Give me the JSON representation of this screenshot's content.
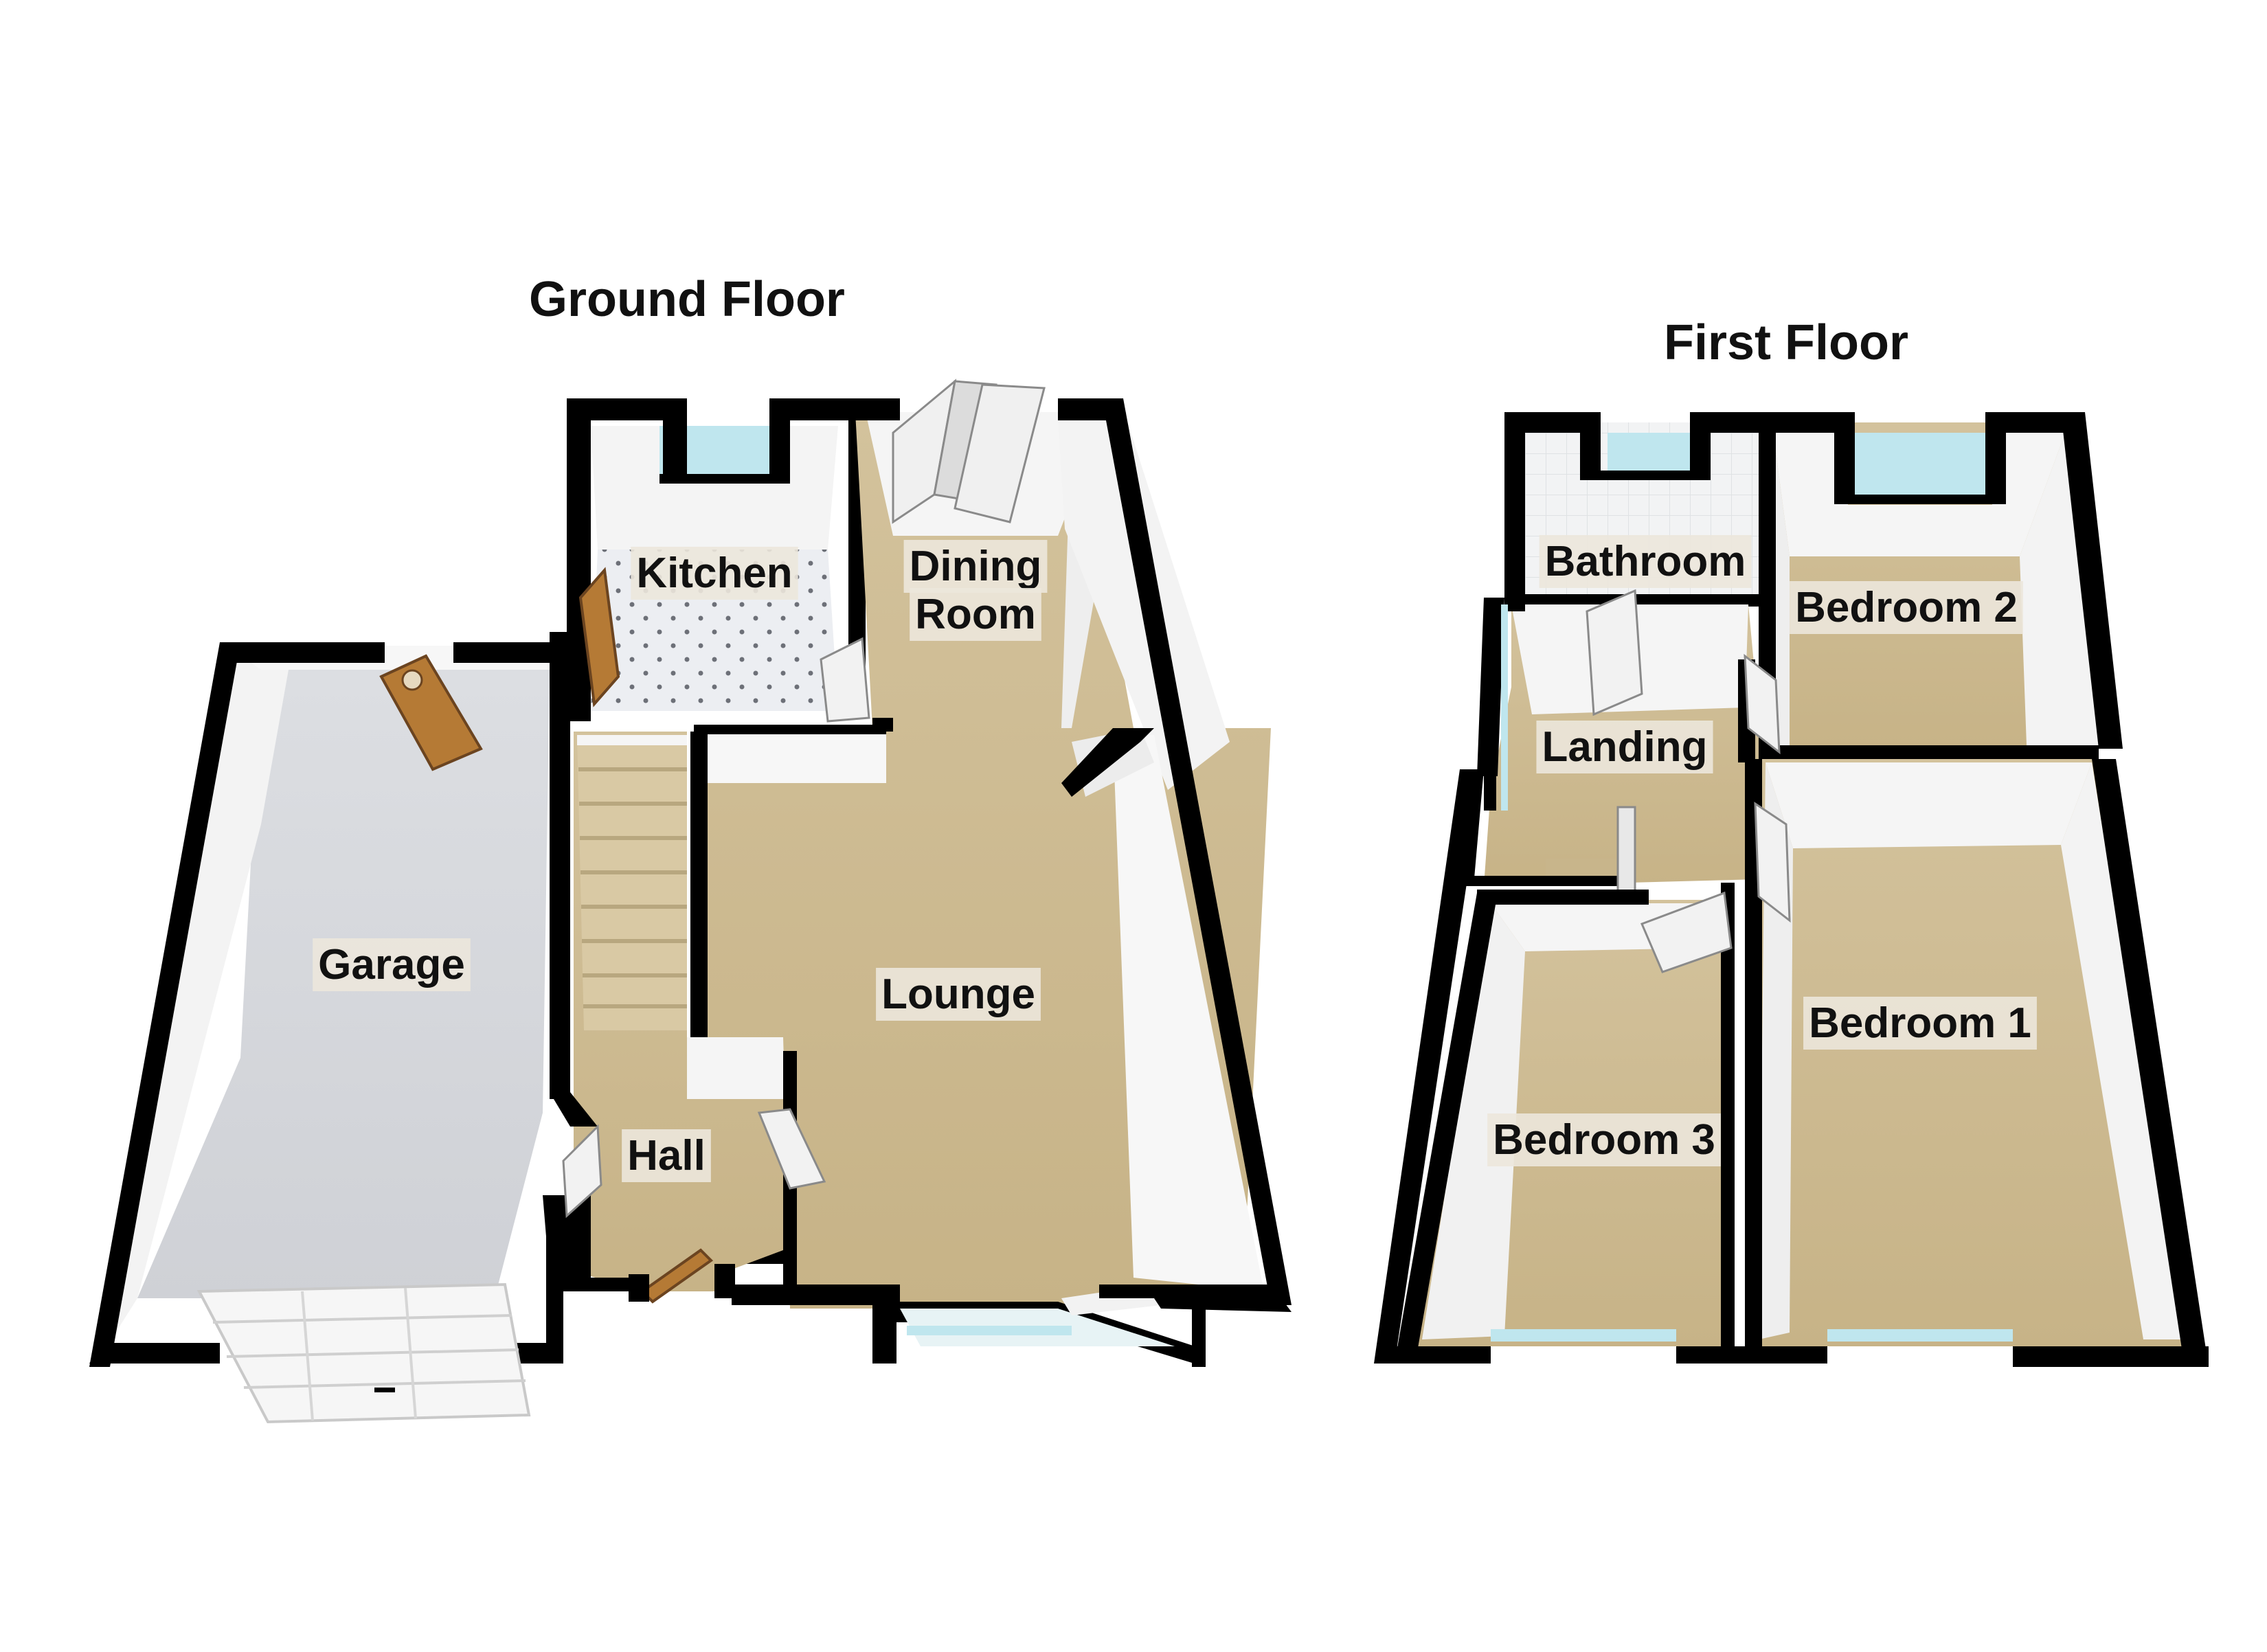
{
  "floors": {
    "ground": {
      "title": "Ground Floor",
      "rooms": {
        "garage": "Garage",
        "kitchen": "Kitchen",
        "dining_line1": "Dining",
        "dining_line2": "Room",
        "lounge": "Lounge",
        "hall": "Hall"
      }
    },
    "first": {
      "title": "First Floor",
      "rooms": {
        "bathroom": "Bathroom",
        "bedroom2": "Bedroom 2",
        "landing": "Landing",
        "bedroom1": "Bedroom 1",
        "bedroom3": "Bedroom 3"
      }
    }
  },
  "colors": {
    "wall": "#000000",
    "carpet": "#cbb88e",
    "garage_floor": "#d7d9dd",
    "kitchen_floor": "#e9eaee",
    "inner_wall": "#f4f4f4",
    "window": "#bfe6ee",
    "door_wood": "#b57a35",
    "door_white": "#f2f2f2"
  }
}
